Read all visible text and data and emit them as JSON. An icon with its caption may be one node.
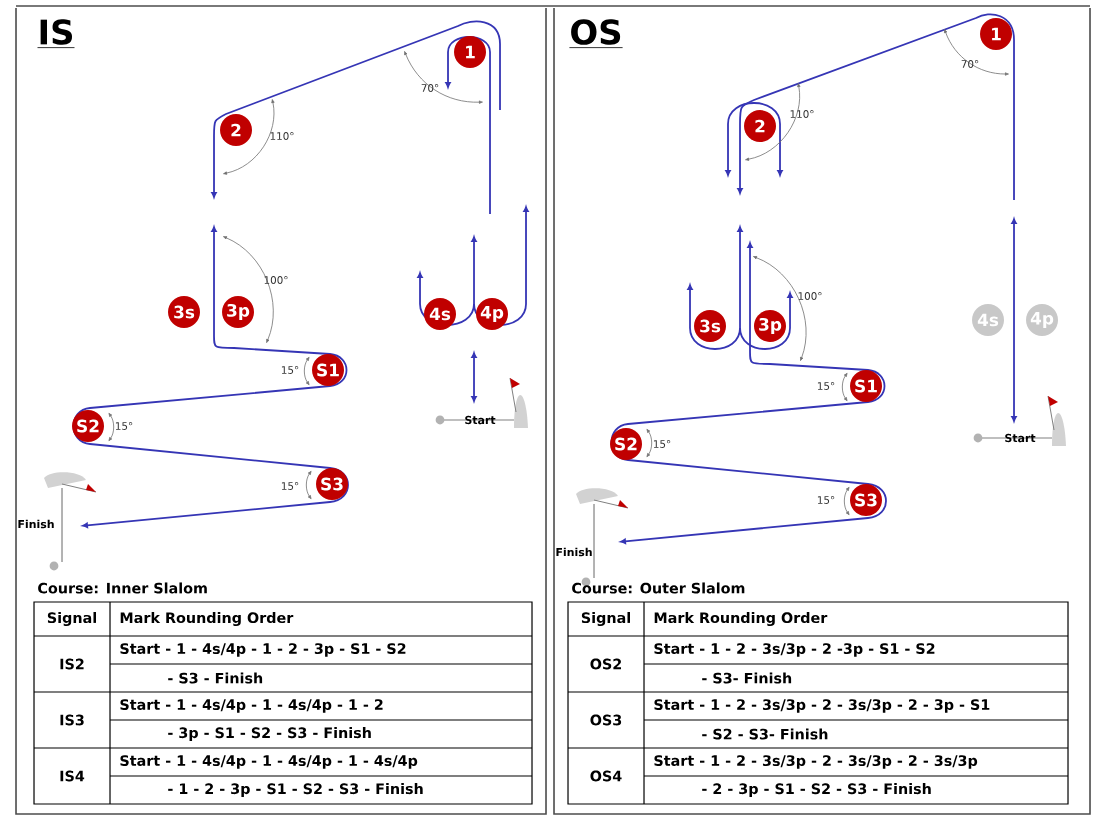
{
  "diagram": {
    "nodes": [
      {
        "text": [
          "1"
        ]
      },
      {
        "text": [
          "2"
        ]
      },
      {
        "text": [
          "3s"
        ]
      },
      {
        "text": [
          "3p"
        ]
      },
      {
        "text": [
          "4s"
        ]
      },
      {
        "text": [
          "4p"
        ]
      },
      {
        "text": [
          "S1"
        ]
      },
      {
        "text": [
          "S2"
        ]
      },
      {
        "text": [
          "S3"
        ]
      },
      {
        "text": [
          "1"
        ]
      },
      {
        "text": [
          "2"
        ]
      },
      {
        "text": [
          "3s"
        ]
      },
      {
        "text": [
          "3p"
        ]
      },
      {
        "text": [
          "4s"
        ]
      },
      {
        "text": [
          "4p"
        ]
      },
      {
        "text": [
          "S1"
        ]
      },
      {
        "text": [
          "S2"
        ]
      },
      {
        "text": [
          "S3"
        ]
      }
    ],
    "edges": [],
    "labels": [
      "IS",
      "70°",
      "110°",
      "100°",
      "15°",
      "15°",
      "15°",
      "Start",
      "Finish",
      "Course: Inner Slalom",
      "Signal",
      "Mark Rounding Order",
      "IS2",
      "Start - 1 - 4s/4p - 1 - 2 - 3p - S1 - S2",
      "- S3 - Finish",
      "IS3",
      "Start - 1 - 4s/4p - 1 - 4s/4p - 1 - 2",
      "- 3p - S1 - S2 - S3 - Finish",
      "IS4",
      "Start - 1 - 4s/4p - 1 - 4s/4p - 1 - 4s/4p",
      "- 1 - 2 - 3p - S1 - S2 - S3 - Finish",
      "OS",
      "70°",
      "110°",
      "100°",
      "15°",
      "15°",
      "15°",
      "Start",
      "Finish",
      "Course: Outer Slalom",
      "Signal",
      "Mark Rounding Order",
      "OS2",
      "Start - 1 - 2 - 3s/3p - 2 -3p - S1 - S2",
      "- S3- Finish",
      "OS3",
      "Start - 1 - 2 - 3s/3p - 2 - 3s/3p - 2 - 3p - S1",
      "- S2 - S3- Finish",
      "OS4",
      "Start - 1 - 2 - 3s/3p - 2 - 3s/3p - 2 - 3s/3p",
      "- 2 - 3p - S1 - S2 - S3 - Finish"
    ]
  }
}
